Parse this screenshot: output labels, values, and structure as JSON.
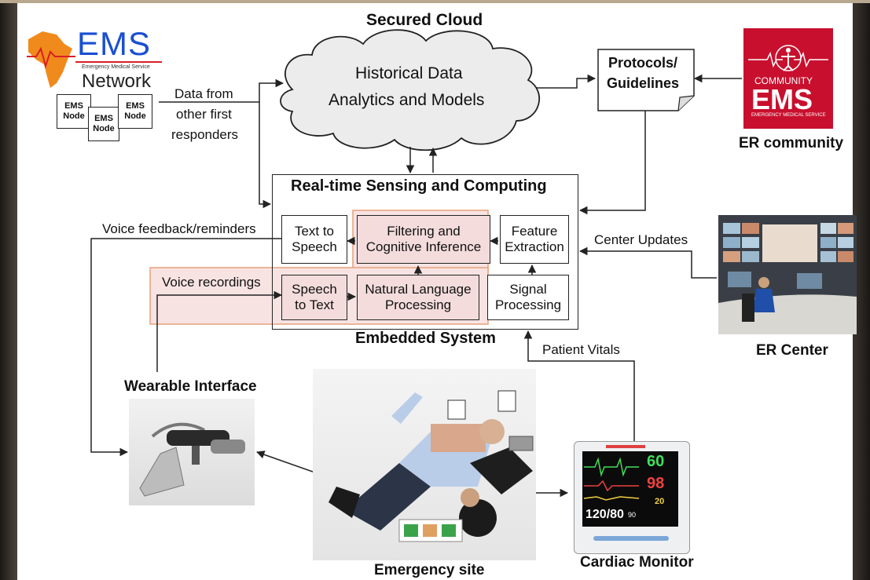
{
  "title_cloud": "Secured Cloud",
  "cloud_text_1": "Historical Data",
  "cloud_text_2": "Analytics and Models",
  "ems_logo": {
    "main": "EMS",
    "tagline": "Emergency Medical Service",
    "network": "Network"
  },
  "ems_nodes": [
    "EMS Node",
    "EMS Node",
    "EMS Node"
  ],
  "data_from": [
    "Data from",
    "other first",
    "responders"
  ],
  "protocols": [
    "Protocols/",
    "Guidelines"
  ],
  "er_community_logo": {
    "top": "COMMUNITY",
    "main": "EMS",
    "tagline": "EMERGENCY MEDICAL SERVICE"
  },
  "er_community": "ER community",
  "rt_title": "Real-time Sensing and Computing",
  "blocks": {
    "text_to_speech": [
      "Text to",
      "Speech"
    ],
    "filtering": [
      "Filtering and",
      "Cognitive Inference"
    ],
    "feature": [
      "Feature",
      "Extraction"
    ],
    "speech_to_text": [
      "Speech",
      "to Text"
    ],
    "nlp": [
      "Natural Language",
      "Processing"
    ],
    "signal": [
      "Signal",
      "Processing"
    ]
  },
  "voice_feedback": "Voice feedback/reminders",
  "voice_recordings": "Voice recordings",
  "center_updates": "Center Updates",
  "embedded_system": "Embedded System",
  "patient_vitals": "Patient Vitals",
  "er_center": "ER Center",
  "wearable_interface": "Wearable Interface",
  "emergency_site": "Emergency site",
  "cardiac_monitor": "Cardiac Monitor",
  "monitor": {
    "hr": "60",
    "spo2": "98",
    "bp": "120/80",
    "bp_small": "90",
    "temp": "20"
  },
  "colors": {
    "ems_blue": "#1a4fd0",
    "ems_red": "#d81f26",
    "africa_orange": "#f08a1c",
    "community_red": "#c8102e",
    "pink_fill": "#f4dcdc",
    "pink_border": "#e8a07a"
  }
}
